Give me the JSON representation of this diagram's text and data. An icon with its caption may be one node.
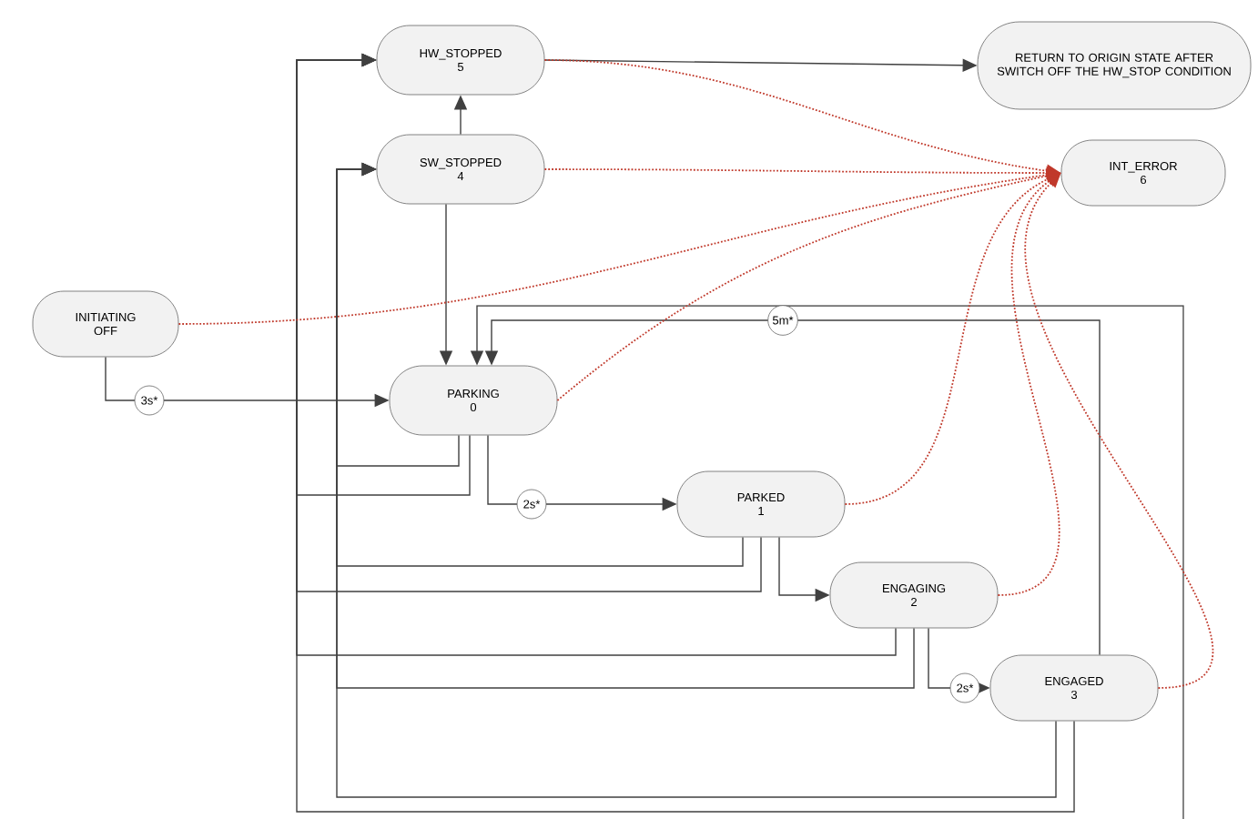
{
  "diagram": {
    "nodes": [
      {
        "text": [
          "INITIATING",
          "OFF"
        ]
      },
      {
        "text": [
          "HW_STOPPED",
          "5"
        ]
      },
      {
        "text": [
          "SW_STOPPED",
          "4"
        ]
      },
      {
        "text": [
          "RETURN TO ORIGIN STATE AFTER SWITCH OFF THE HW_STOP CONDITION"
        ]
      },
      {
        "text": [
          "INT_ERROR",
          "6"
        ]
      },
      {
        "text": [
          "PARKING",
          "0"
        ]
      },
      {
        "text": [
          "PARKED",
          "1"
        ]
      },
      {
        "text": [
          "ENGAGING",
          "2"
        ]
      },
      {
        "text": [
          "ENGAGED",
          "3"
        ]
      }
    ],
    "edges": [
      {
        "from": 0,
        "to": 5,
        "arrow": "to",
        "label": "3s*"
      },
      {
        "from": 1,
        "to": 3,
        "arrow": "to"
      },
      {
        "from": 2,
        "to": 1,
        "arrow": "to"
      },
      {
        "from": 2,
        "to": 5,
        "arrow": "to"
      },
      {
        "from": 5,
        "to": 6,
        "arrow": "to",
        "label": "2s*"
      },
      {
        "from": 6,
        "to": 7,
        "arrow": "to"
      },
      {
        "from": 7,
        "to": 8,
        "arrow": "to",
        "label": "2s*"
      },
      {
        "from": 8,
        "to": 5,
        "arrow": "to",
        "label": "5m*"
      },
      {
        "from": null,
        "to": 5,
        "arrow": "to"
      },
      {
        "from": 5,
        "to": 1,
        "arrow": "to"
      },
      {
        "from": 5,
        "to": 2,
        "arrow": "to"
      },
      {
        "from": 6,
        "to": 1,
        "arrow": "to"
      },
      {
        "from": 6,
        "to": 2,
        "arrow": "to"
      },
      {
        "from": 7,
        "to": 1,
        "arrow": "to"
      },
      {
        "from": 7,
        "to": 2,
        "arrow": "to"
      },
      {
        "from": 8,
        "to": 1,
        "arrow": "to"
      },
      {
        "from": 8,
        "to": 2,
        "arrow": "to"
      },
      {
        "from": 0,
        "to": 4,
        "arrow": "to",
        "style": "dashed",
        "color": "#c0392b"
      },
      {
        "from": 1,
        "to": 4,
        "arrow": "to",
        "style": "dashed",
        "color": "#c0392b"
      },
      {
        "from": 2,
        "to": 4,
        "arrow": "to",
        "style": "dashed",
        "color": "#c0392b"
      },
      {
        "from": 5,
        "to": 4,
        "arrow": "to",
        "style": "dashed",
        "color": "#c0392b"
      },
      {
        "from": 6,
        "to": 4,
        "arrow": "to",
        "style": "dashed",
        "color": "#c0392b"
      },
      {
        "from": 7,
        "to": 4,
        "arrow": "to",
        "style": "dashed",
        "color": "#c0392b"
      },
      {
        "from": 8,
        "to": 4,
        "arrow": "to",
        "style": "dashed",
        "color": "#c0392b"
      }
    ]
  }
}
